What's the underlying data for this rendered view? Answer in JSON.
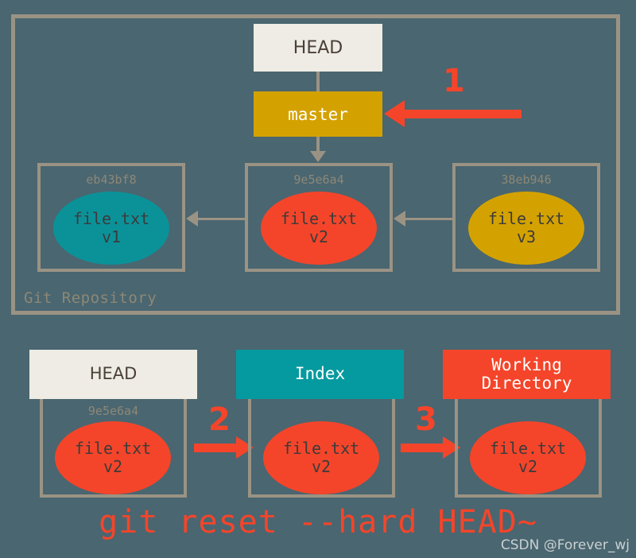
{
  "diagram": {
    "title_command": "git reset --hard HEAD~",
    "watermark": "CSDN @Forever_wj",
    "repository": {
      "label": "Git Repository",
      "head_pointer": "HEAD",
      "branch_pointer": "master",
      "commits": [
        {
          "hash": "eb43bf8",
          "file": "file.txt",
          "version": "v1",
          "color": "#0b9299"
        },
        {
          "hash": "9e5e6a4",
          "file": "file.txt",
          "version": "v2",
          "color": "#f4452a"
        },
        {
          "hash": "38eb946",
          "file": "file.txt",
          "version": "v3",
          "color": "#d4a200"
        }
      ]
    },
    "areas": [
      {
        "title": "HEAD",
        "hash": "9e5e6a4",
        "file": "file.txt",
        "version": "v2",
        "header_color": "#eeece4"
      },
      {
        "title": "Index",
        "hash": "",
        "file": "file.txt",
        "version": "v2",
        "header_color": "#059a9f"
      },
      {
        "title": "Working\nDirectory",
        "title_line1": "Working",
        "title_line2": "Directory",
        "hash": "",
        "file": "file.txt",
        "version": "v2",
        "header_color": "#f4452a"
      }
    ],
    "step_markers": [
      {
        "number": "1",
        "direction": "left",
        "target": "master"
      },
      {
        "number": "2",
        "direction": "right",
        "target": "index"
      },
      {
        "number": "3",
        "direction": "right",
        "target": "working-directory"
      }
    ],
    "colors": {
      "background": "#4a6670",
      "frame_border": "#9a9384",
      "accent_red": "#f4452a",
      "accent_gold": "#d4a200",
      "accent_teal": "#0b9299",
      "cream": "#eeece4"
    }
  }
}
